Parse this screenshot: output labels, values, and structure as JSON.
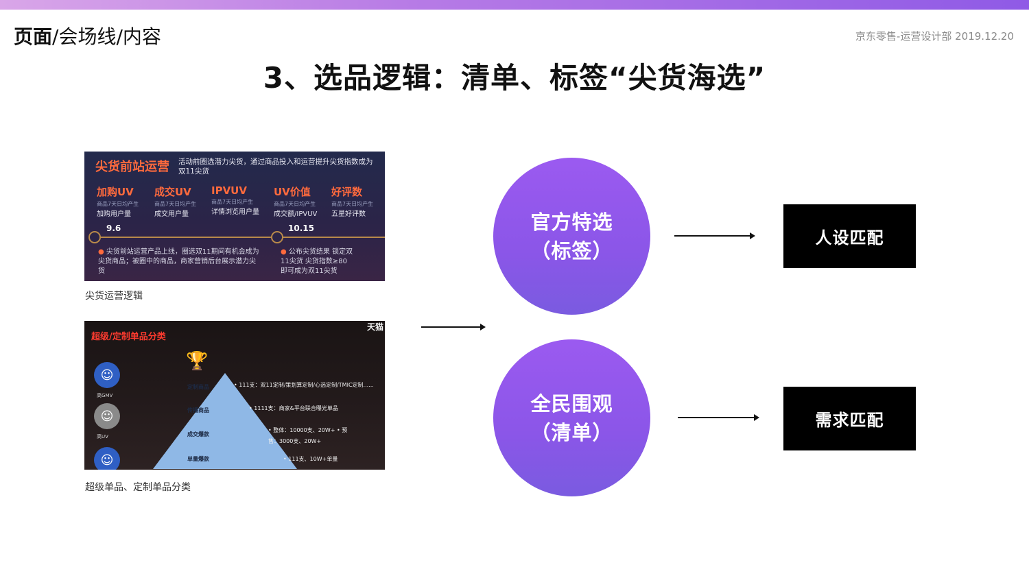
{
  "header": {
    "breadcrumb_main": "页面",
    "breadcrumb_rest": "/会场线/内容",
    "org": "京东零售-运营设计部  2019.12.20"
  },
  "title": "3、选品逻辑：清单、标签“尖货海选”",
  "left_images": [
    {
      "caption": "尖货运营逻辑",
      "heading": "尖货前站运营",
      "description": "活动前圈选潜力尖货，通过商品投入和运营提升尖货指数成为双11尖货",
      "metrics": [
        {
          "title": "加购UV",
          "sub": "商品7天日均产生",
          "desc": "加购用户量"
        },
        {
          "title": "成交UV",
          "sub": "商品7天日均产生",
          "desc": "成交用户量"
        },
        {
          "title": "IPVUV",
          "sub": "商品7天日均产生",
          "desc": "详情浏览用户量"
        },
        {
          "title": "UV价值",
          "sub": "商品7天日均产生",
          "desc": "成交额/IPVUV"
        },
        {
          "title": "好评数",
          "sub": "商品7天日均产生",
          "desc": "五星好评数"
        }
      ],
      "timeline": [
        {
          "date": "9.6",
          "note": "尖货前站运营产品上线，圈选双11期间有机会成为尖货商品；被圈中的商品，商家营销后台展示潜力尖货"
        },
        {
          "date": "10.15",
          "note": "公布尖货结果 锁定双11尖货 尖货指数≥80 即可成为双11尖货"
        }
      ]
    },
    {
      "caption": "超级单品、定制单品分类",
      "heading": "超级/定制单品分类",
      "brand": "天猫",
      "side_labels": [
        "高GMV",
        "高UV"
      ],
      "pyramid": [
        {
          "level": "定制商品",
          "text": "• 111支：双11定制/策划算定制/心选定制/TMIC定制......"
        },
        {
          "level": "传播商品",
          "text": "• 1111支：商家&平台联合曝光单品"
        },
        {
          "level": "成交爆款",
          "text": "• 整体：10000支、20W+  • 预售：3000支、20W+"
        },
        {
          "level": "单量爆款",
          "text": "• 111支、10W+单量"
        }
      ]
    }
  ],
  "flow": {
    "circles": [
      {
        "line1": "官方特选",
        "line2": "（标签）"
      },
      {
        "line1": "全民围观",
        "line2": "（清单）"
      }
    ],
    "boxes": [
      "人设匹配",
      "需求匹配"
    ]
  },
  "colors": {
    "top_gradient_start": "#d9a6e8",
    "top_gradient_end": "#8f5ae6",
    "circle": "#8b56e8",
    "box": "#000000"
  }
}
